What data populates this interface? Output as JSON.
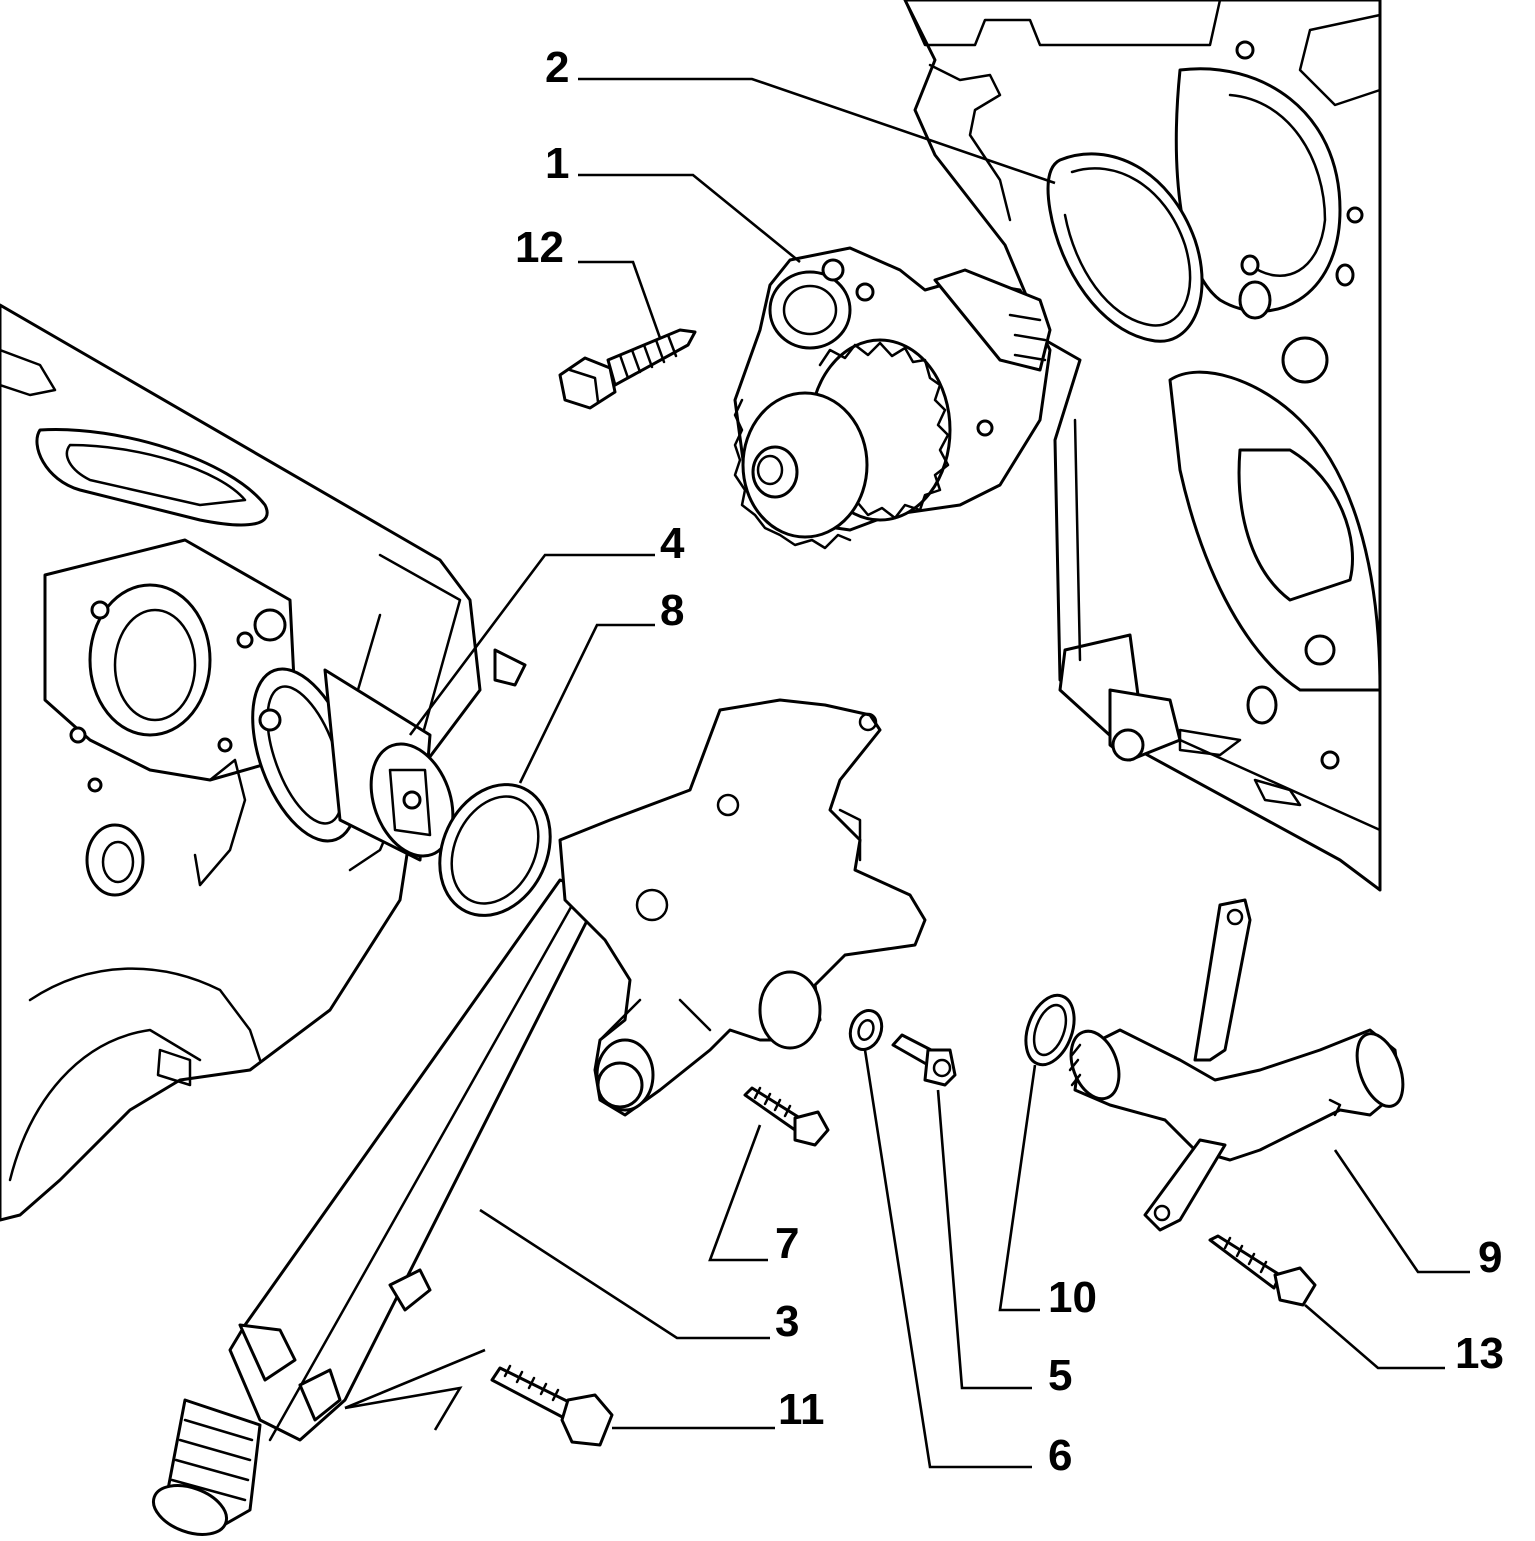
{
  "callouts": [
    {
      "id": "1",
      "label": "1"
    },
    {
      "id": "2",
      "label": "2"
    },
    {
      "id": "3",
      "label": "3"
    },
    {
      "id": "4",
      "label": "4"
    },
    {
      "id": "5",
      "label": "5"
    },
    {
      "id": "6",
      "label": "6"
    },
    {
      "id": "7",
      "label": "7"
    },
    {
      "id": "8",
      "label": "8"
    },
    {
      "id": "9",
      "label": "9"
    },
    {
      "id": "10",
      "label": "10"
    },
    {
      "id": "11",
      "label": "11"
    },
    {
      "id": "12",
      "label": "12"
    },
    {
      "id": "13",
      "label": "13"
    }
  ],
  "colors": {
    "ink": "#000000",
    "paper": "#ffffff"
  }
}
